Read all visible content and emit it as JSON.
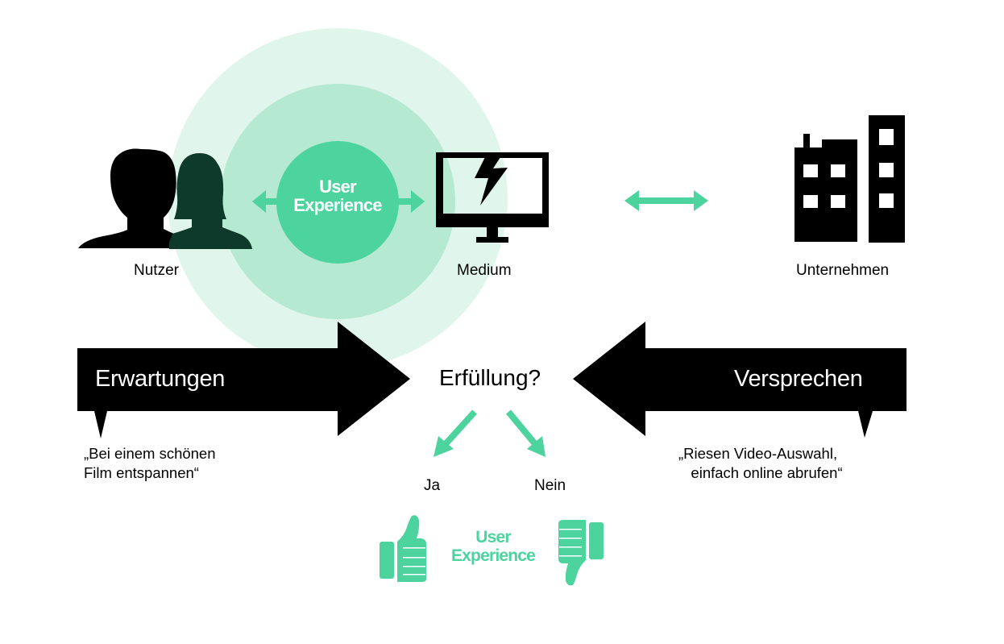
{
  "colors": {
    "accent": "#4dd39e",
    "accent_light": "#e0f6ec",
    "accent_mid": "#b5e9d1",
    "dark": "#000000"
  },
  "top": {
    "nutzer_label": "Nutzer",
    "medium_label": "Medium",
    "unternehmen_label": "Unternehmen",
    "user_experience_label": "User\nExperience"
  },
  "arrows": {
    "left_label": "Erwartungen",
    "right_label": "Versprechen",
    "center_question": "Erfüllung?"
  },
  "quotes": {
    "left": "„Bei einem schönen\nFilm entspannen“",
    "right": "„Riesen Video-Auswahl,\n   einfach online abrufen“"
  },
  "outcomes": {
    "yes_label": "Ja",
    "no_label": "Nein"
  },
  "bottom": {
    "user_experience_label": "User\nExperience"
  },
  "icons": [
    "users-icon",
    "monitor-icon",
    "lightning-icon",
    "building-icon",
    "thumbs-up-icon",
    "thumbs-down-icon",
    "double-arrow-icon"
  ]
}
